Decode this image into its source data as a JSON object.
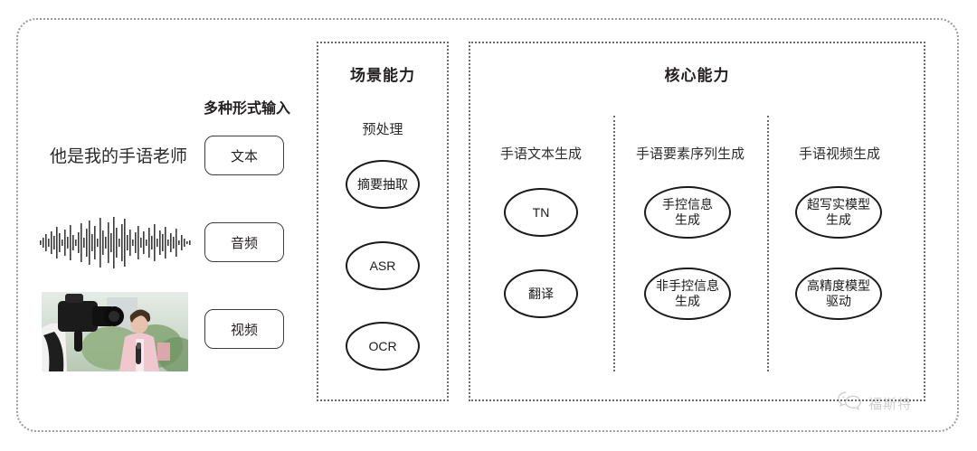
{
  "frame": {
    "accent": "#9b9b9b"
  },
  "input_panel": {
    "heading": "多种形式输入",
    "sample_text": "他是我的手语老师",
    "waveform_icon": "audio-waveform",
    "video_thumbnail_icon": "video-thumbnail",
    "buttons": [
      {
        "label": "文本",
        "name": "text"
      },
      {
        "label": "音频",
        "name": "audio"
      },
      {
        "label": "视频",
        "name": "video"
      }
    ]
  },
  "scene_section": {
    "title": "场景能力",
    "column_label": "预处理",
    "nodes": [
      {
        "label": "摘要抽取"
      },
      {
        "label": "ASR"
      },
      {
        "label": "OCR"
      }
    ]
  },
  "core_section": {
    "title": "核心能力",
    "columns": [
      {
        "label": "手语文本生成",
        "nodes": [
          {
            "line1": "TN",
            "line2": ""
          },
          {
            "line1": "翻译",
            "line2": ""
          }
        ]
      },
      {
        "label": "手语要素序列生成",
        "nodes": [
          {
            "line1": "手控信息",
            "line2": "生成"
          },
          {
            "line1": "非手控信息",
            "line2": "生成"
          }
        ]
      },
      {
        "label": "手语视频生成",
        "nodes": [
          {
            "line1": "超写实模型",
            "line2": "生成"
          },
          {
            "line1": "高精度模型",
            "line2": "驱动"
          }
        ]
      }
    ]
  },
  "watermark": {
    "icon": "wechat-bubble-icon",
    "text": "福斯特"
  }
}
